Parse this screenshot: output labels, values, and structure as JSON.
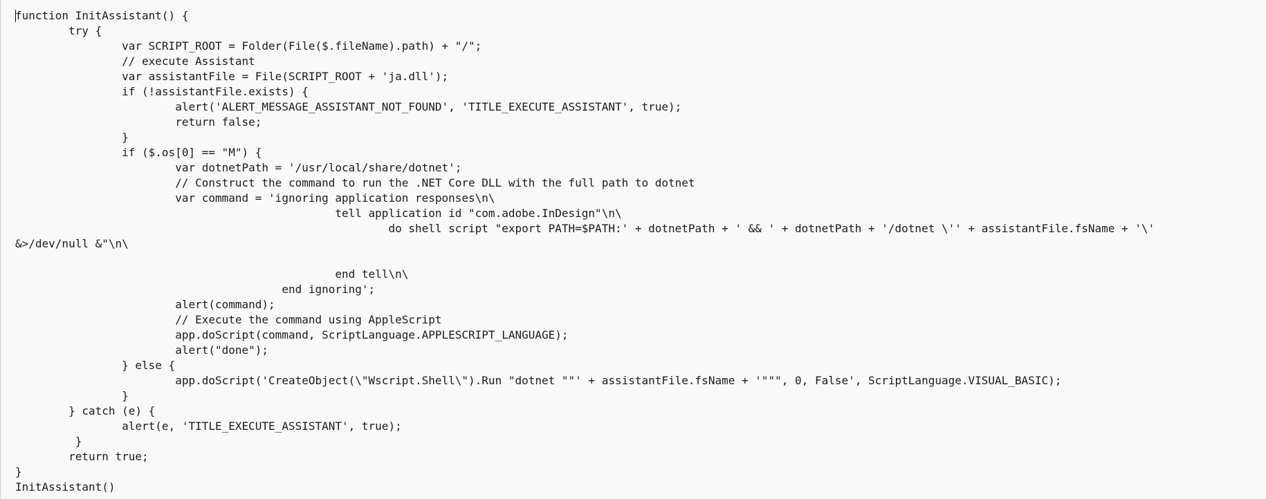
{
  "editor": {
    "lines": [
      "function InitAssistant() {",
      "\ttry {",
      "\t\tvar SCRIPT_ROOT = Folder(File($.fileName).path) + \"/\";",
      "\t\t// execute Assistant",
      "\t\tvar assistantFile = File(SCRIPT_ROOT + 'ja.dll');",
      "\t\tif (!assistantFile.exists) {",
      "\t\t\talert('ALERT_MESSAGE_ASSISTANT_NOT_FOUND', 'TITLE_EXECUTE_ASSISTANT', true);",
      "\t\t\treturn false;",
      "\t\t}",
      "\t\tif ($.os[0] == \"M\") {",
      "\t\t\tvar dotnetPath = '/usr/local/share/dotnet';",
      "\t\t\t// Construct the command to run the .NET Core DLL with the full path to dotnet",
      "\t\t\tvar command = 'ignoring application responses\\n\\",
      "\t\t\t\t\t\ttell application id \"com.adobe.InDesign\"\\n\\",
      "\t\t\t\t\t\t\tdo shell script \"export PATH=$PATH:' + dotnetPath + ' && ' + dotnetPath + '/dotnet \\'' + assistantFile.fsName + '\\'",
      "&>/dev/null &\"\\n\\",
      "",
      "\t\t\t\t\t\tend tell\\n\\",
      "\t\t\t\t\tend ignoring';",
      "\t\t\talert(command);",
      "\t\t\t// Execute the command using AppleScript",
      "\t\t\tapp.doScript(command, ScriptLanguage.APPLESCRIPT_LANGUAGE);",
      "\t\t\talert(\"done\");",
      "\t\t} else {",
      "\t\t\tapp.doScript('CreateObject(\\\"Wscript.Shell\\\").Run \"dotnet \"\"' + assistantFile.fsName + '\"\"\", 0, False', ScriptLanguage.VISUAL_BASIC);",
      "\t\t}",
      "\t} catch (e) {",
      "\t\talert(e, 'TITLE_EXECUTE_ASSISTANT', true);",
      "\t }",
      "\treturn true;",
      "}",
      "InitAssistant()"
    ]
  }
}
